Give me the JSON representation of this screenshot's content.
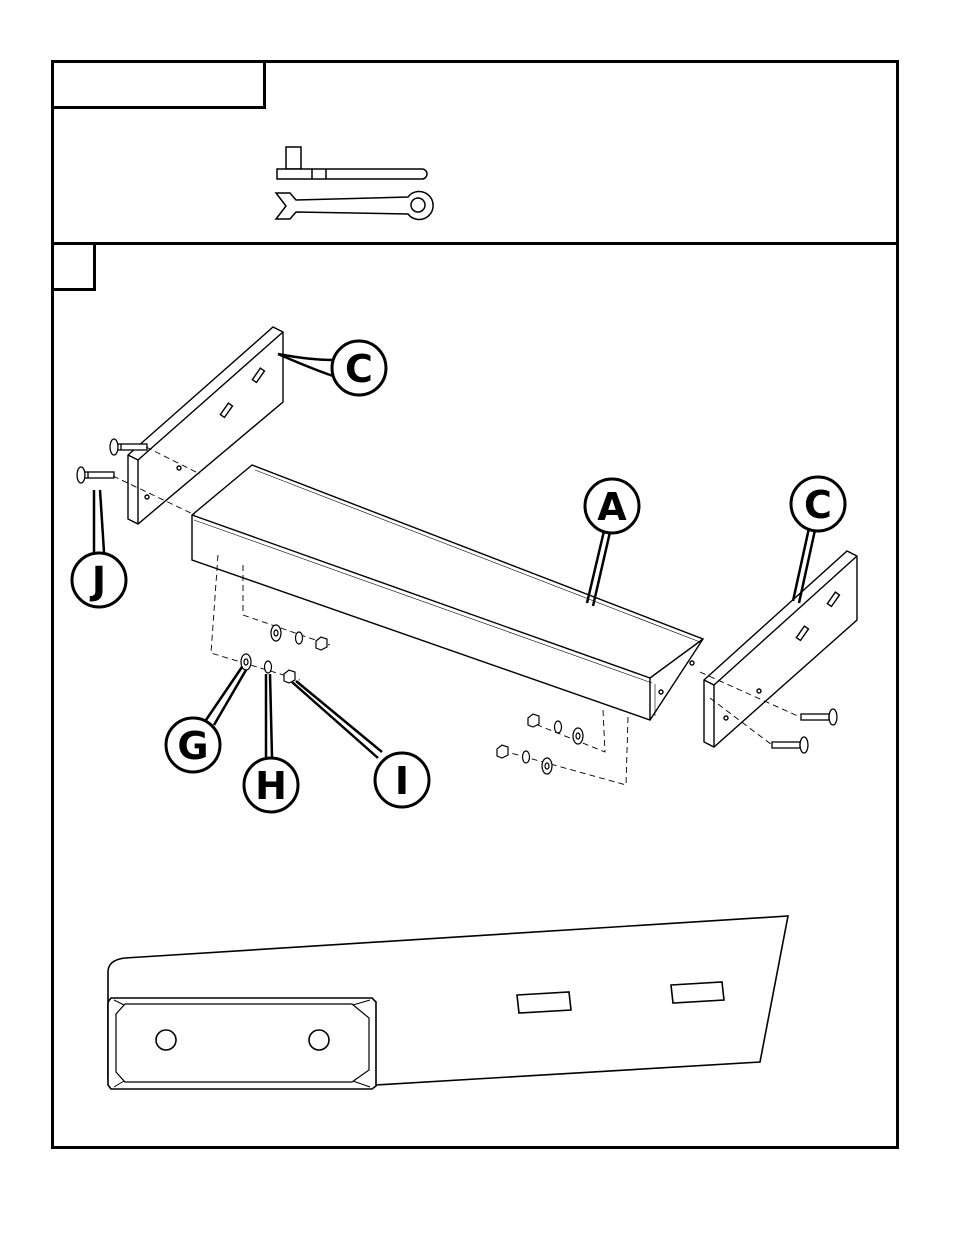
{
  "tools_section": {
    "tab_label": ""
  },
  "step": {
    "number": ""
  },
  "callouts": {
    "A": "A",
    "C_left": "C",
    "C_right": "C",
    "G": "G",
    "H": "H",
    "I": "I",
    "J": "J"
  },
  "icons": [
    "socket-wrench-icon",
    "combination-wrench-icon"
  ],
  "colors": {
    "line": "#000000",
    "background": "#ffffff"
  }
}
